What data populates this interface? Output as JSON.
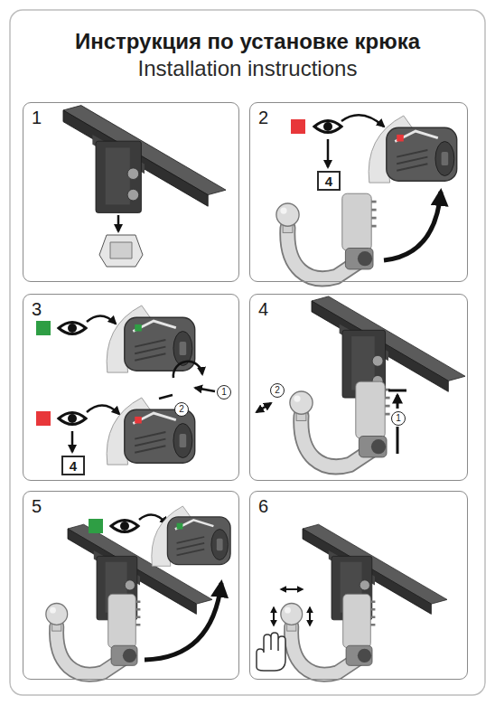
{
  "diagram": {
    "title": "Инструкция по установке крюка",
    "nodes": [
      {
        "text": [
          "1"
        ]
      },
      {
        "text": [
          "2"
        ]
      },
      {
        "text": [
          "4"
        ],
        "in": 1
      },
      {
        "text": [
          "3"
        ]
      },
      {
        "text": [
          "1"
        ],
        "in": 3
      },
      {
        "text": [
          "2"
        ],
        "in": 3
      },
      {
        "text": [
          "4"
        ],
        "in": 3
      },
      {
        "text": [
          "4"
        ]
      },
      {
        "text": [
          "2"
        ],
        "in": 7
      },
      {
        "text": [
          "1"
        ],
        "in": 7
      },
      {
        "text": [
          "5"
        ]
      },
      {
        "text": [
          "6"
        ]
      }
    ],
    "labels": [
      "Installation instructions"
    ]
  }
}
